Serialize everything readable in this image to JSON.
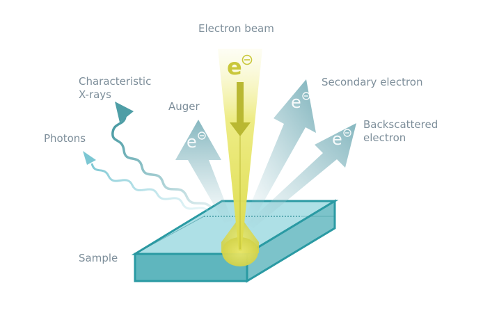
{
  "labels": {
    "electron_beam": "Electron beam",
    "characteristic_xrays": "Characteristic\nX-rays",
    "auger": "Auger",
    "photons": "Photons",
    "secondary_electron": "Secondary electron",
    "backscattered_electron": "Backscattered\nelectron",
    "sample": "Sample"
  },
  "symbols": {
    "beam_electron": "e",
    "auger_electron": "e",
    "secondary_electron": "e",
    "backscattered_electron": "e",
    "negative_charge": "−"
  },
  "colors": {
    "label_text": "#7d8e9a",
    "beam_yellow": "#e4e25a",
    "teal": "#2a9aa3",
    "teal_dark": "#1f7e86",
    "electron_arrow": "#8ab8c0",
    "xray_wave": "#4e9ea6",
    "photon_wave": "#8fd0dc"
  }
}
